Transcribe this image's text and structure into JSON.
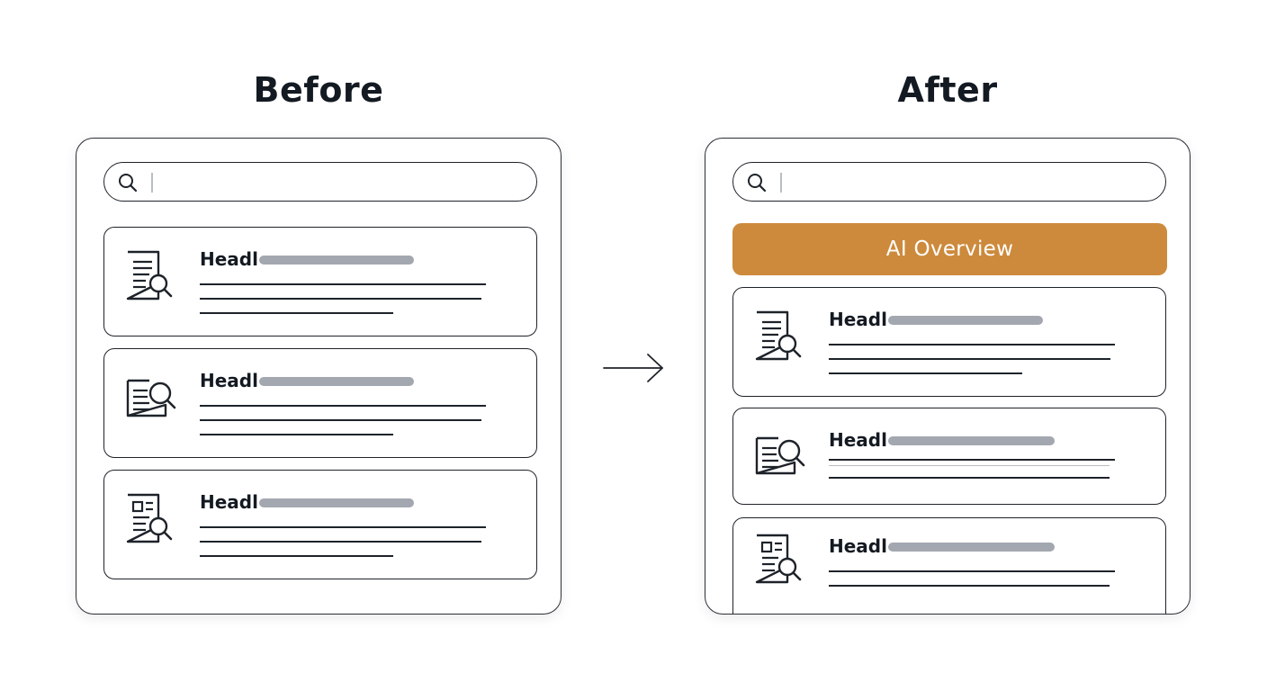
{
  "before": {
    "title": "Before",
    "search": {
      "value": "",
      "placeholder": ""
    },
    "results": [
      {
        "headline": "Headl",
        "icon": "document-search-icon"
      },
      {
        "headline": "Headl",
        "icon": "document-search-icon"
      },
      {
        "headline": "Headl",
        "icon": "document-search-icon"
      }
    ]
  },
  "after": {
    "title": "After",
    "search": {
      "value": "",
      "placeholder": ""
    },
    "ai_overview_label": "AI Overview",
    "results": [
      {
        "headline": "Headl",
        "icon": "document-search-icon"
      },
      {
        "headline": "Headl",
        "icon": "document-search-icon"
      },
      {
        "headline": "Headl",
        "icon": "document-search-icon"
      }
    ]
  },
  "colors": {
    "ai_overview": "#cd8a3c",
    "placeholder_bar": "#a3a7b0",
    "ink": "#141a22"
  },
  "arrow_icon": "right-arrow-icon"
}
